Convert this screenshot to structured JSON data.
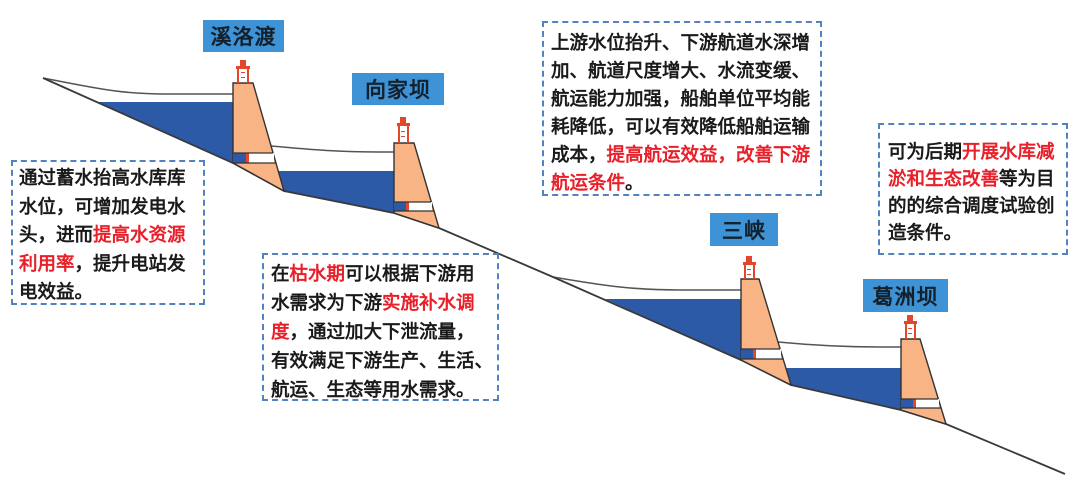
{
  "diagram": {
    "type": "cascade-reservoir-profile",
    "description_visible": "Cascade dams along a descending river bed"
  },
  "dams": [
    {
      "name": "溪洛渡"
    },
    {
      "name": "向家坝"
    },
    {
      "name": "三峡"
    },
    {
      "name": "葛洲坝"
    }
  ],
  "notes": [
    {
      "lines": [
        [
          {
            "text": "通过蓄水抬高水库库",
            "emphasis": false
          }
        ],
        [
          {
            "text": "水位，可增加发电水",
            "emphasis": false
          }
        ],
        [
          {
            "text": "头，进而",
            "emphasis": false
          },
          {
            "text": "提高水资源",
            "emphasis": true
          }
        ],
        [
          {
            "text": "利用率",
            "emphasis": true
          },
          {
            "text": "，提升电站发",
            "emphasis": false
          }
        ],
        [
          {
            "text": "电效益。",
            "emphasis": false
          }
        ]
      ]
    },
    {
      "lines": [
        [
          {
            "text": "在",
            "emphasis": false
          },
          {
            "text": "枯水期",
            "emphasis": true
          },
          {
            "text": "可以根据下游用",
            "emphasis": false
          }
        ],
        [
          {
            "text": "水需求为下游",
            "emphasis": false
          },
          {
            "text": "实施补水调",
            "emphasis": true
          }
        ],
        [
          {
            "text": "度",
            "emphasis": true
          },
          {
            "text": "，通过加大下泄流量，",
            "emphasis": false
          }
        ],
        [
          {
            "text": "有效满足下游生产、生活、",
            "emphasis": false
          }
        ],
        [
          {
            "text": "航运、生态等用水需求。",
            "emphasis": false
          }
        ]
      ]
    },
    {
      "lines": [
        [
          {
            "text": "上游水位抬升、下游航道水深增",
            "emphasis": false
          }
        ],
        [
          {
            "text": "加、航道尺度增大、水流变缓、",
            "emphasis": false
          }
        ],
        [
          {
            "text": "航运能力加强，船舶单位平均能",
            "emphasis": false
          }
        ],
        [
          {
            "text": "耗降低，可以有效降低船舶运输",
            "emphasis": false
          }
        ],
        [
          {
            "text": "成本，",
            "emphasis": false
          },
          {
            "text": "提高航运效益，改善下游",
            "emphasis": true
          }
        ],
        [
          {
            "text": "航运条件",
            "emphasis": true
          },
          {
            "text": "。",
            "emphasis": false
          }
        ]
      ]
    },
    {
      "lines": [
        [
          {
            "text": "可为后期",
            "emphasis": false
          },
          {
            "text": "开展水库减",
            "emphasis": true
          }
        ],
        [
          {
            "text": "淤和生态改善",
            "emphasis": true
          },
          {
            "text": "等为目",
            "emphasis": false
          }
        ],
        [
          {
            "text": "的的综合调度试验创",
            "emphasis": false
          }
        ],
        [
          {
            "text": "造条件。",
            "emphasis": false
          }
        ]
      ]
    }
  ],
  "colors": {
    "water": "#2D5AA6",
    "dam": "#F9B485",
    "crane": "#E2472A",
    "label_bg": "#3D93D6",
    "highlight_text": "#E8202A",
    "note_border": "#5282BF"
  }
}
